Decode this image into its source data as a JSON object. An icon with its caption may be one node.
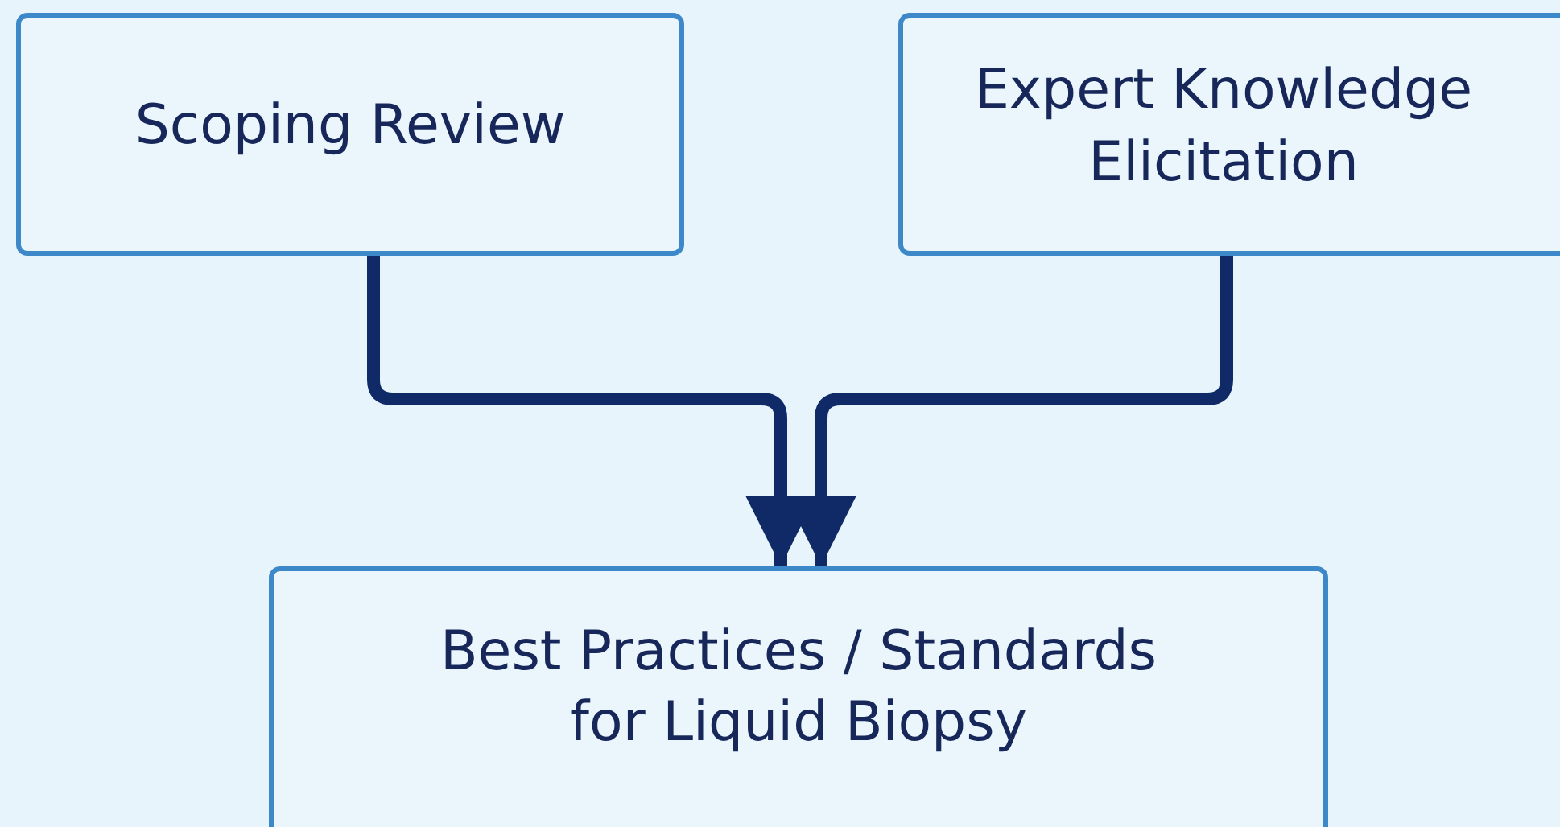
{
  "diagram": {
    "nodes": [
      {
        "text": [
          "Scoping Review"
        ]
      },
      {
        "text": [
          "Expert Knowledge Elicitation"
        ]
      },
      {
        "text": [
          "Best Practices / Standards for Liquid Biopsy"
        ]
      }
    ],
    "edges": [
      {
        "from": 0,
        "to": 2,
        "arrow": "to"
      },
      {
        "from": 1,
        "to": 2,
        "arrow": "to"
      }
    ]
  }
}
